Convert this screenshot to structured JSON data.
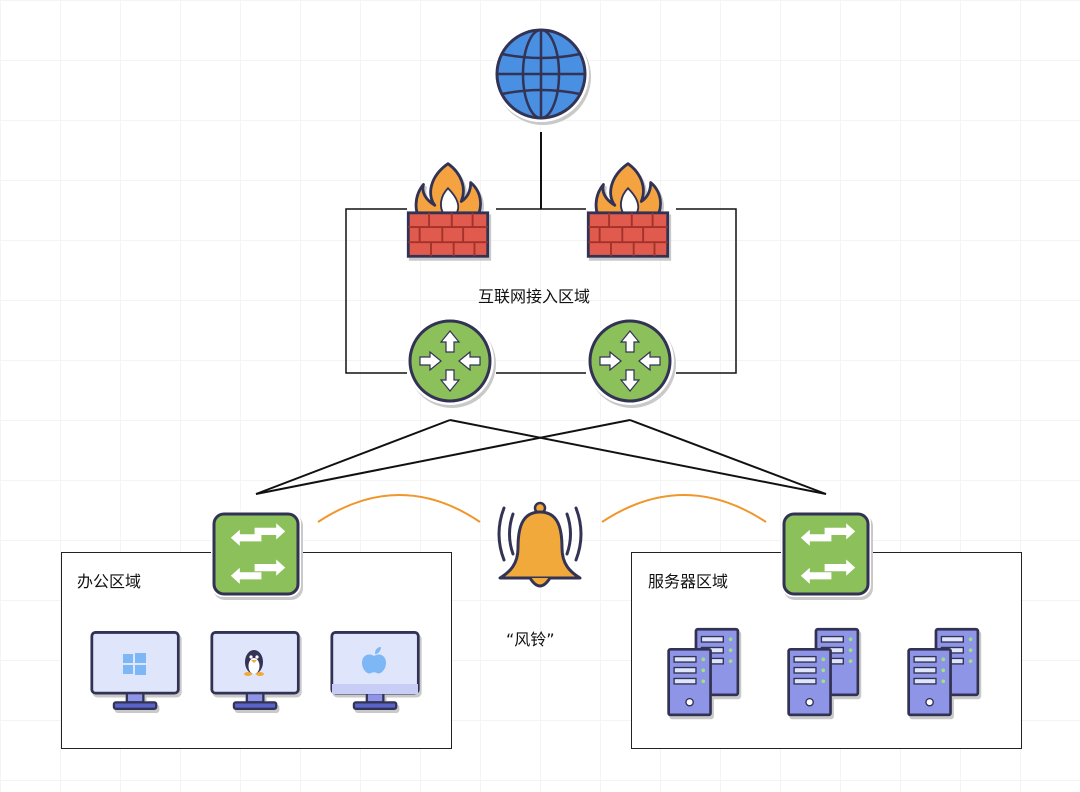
{
  "labels": {
    "internet_zone": "互联网接入区域",
    "office_zone": "办公区域",
    "server_zone": "服务器区域",
    "alarm": "“风铃”"
  },
  "icons": {
    "internet": "globe-icon",
    "firewall": "firewall-icon",
    "router": "router-icon",
    "switch": "switch-icon",
    "alarm": "bell-icon",
    "desktops": [
      "windows-desktop-icon",
      "linux-desktop-icon",
      "mac-desktop-icon"
    ],
    "servers": [
      "server-icon",
      "server-icon",
      "server-icon"
    ]
  },
  "colors": {
    "globe": "#4a90e2",
    "firewall_brick": "#e05a4e",
    "flame": "#f4a340",
    "router": "#8cc05a",
    "switch": "#8cc05a",
    "bell": "#f2a93b",
    "alarm_link": "#f0962a",
    "monitor": "#dfe6fb",
    "server": "#8e95e6",
    "outline": "#333355"
  }
}
